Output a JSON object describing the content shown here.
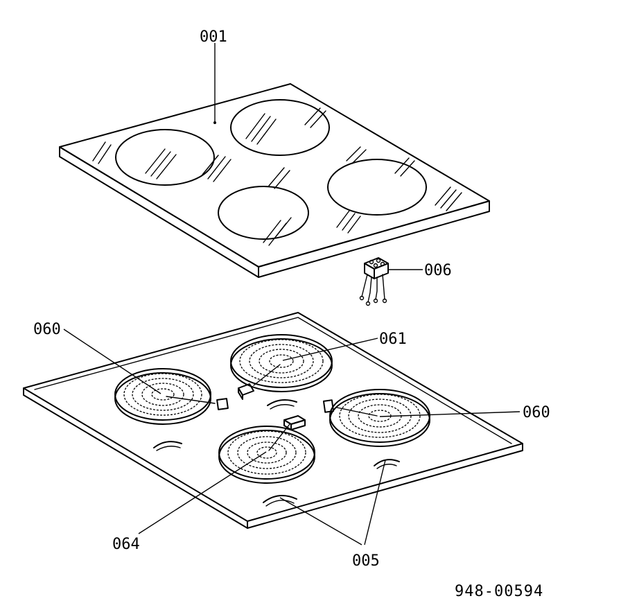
{
  "callouts": {
    "glass_top": "001",
    "terminal_block": "006",
    "hotplate_left": "060",
    "hotplate_right": "060",
    "hotplate_top": "061",
    "hotplate_front": "064",
    "clips": "005"
  },
  "figure_number": "948-00594"
}
